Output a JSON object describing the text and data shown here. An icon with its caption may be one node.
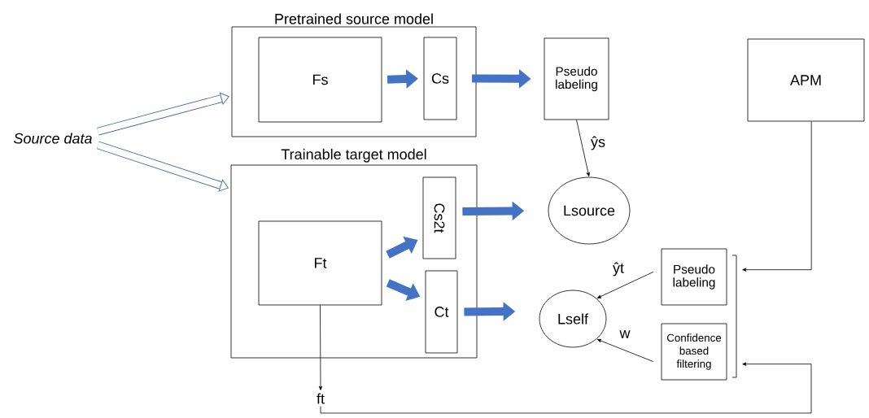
{
  "diagram": {
    "nodes": [
      {
        "text": [
          "Source data"
        ]
      },
      {
        "text": [
          "Pretrained source model"
        ]
      },
      {
        "text": [
          "Fs"
        ],
        "in": 1
      },
      {
        "text": [
          "Cs"
        ],
        "in": 1
      },
      {
        "text": [
          "Pseudo labeling"
        ]
      },
      {
        "text": [
          "APM"
        ]
      },
      {
        "text": [
          "Trainable target model"
        ]
      },
      {
        "text": [
          "Ft"
        ],
        "in": 6
      },
      {
        "text": [
          "Cs2t"
        ],
        "in": 6
      },
      {
        "text": [
          "Ct"
        ],
        "in": 6
      },
      {
        "text": [
          "Lsource"
        ]
      },
      {
        "text": [
          "Pseudo labeling"
        ]
      },
      {
        "text": [
          "Confidence based filtering"
        ]
      },
      {
        "text": [
          "Lself"
        ]
      },
      {
        "text": [
          "ft"
        ]
      },
      {
        "text": [],
        "shape": "bracket"
      }
    ],
    "edges": [
      {
        "from": 0,
        "to": 1,
        "arrow": "to"
      },
      {
        "from": 0,
        "to": 6,
        "arrow": "to"
      },
      {
        "from": 2,
        "to": 3,
        "arrow": "to"
      },
      {
        "from": 3,
        "to": 4,
        "arrow": "to"
      },
      {
        "from": 7,
        "to": 8,
        "arrow": "to"
      },
      {
        "from": 7,
        "to": 9,
        "arrow": "to"
      },
      {
        "from": 8,
        "to": 10,
        "arrow": "to"
      },
      {
        "from": 9,
        "to": 13,
        "arrow": "to"
      },
      {
        "from": 4,
        "to": 10,
        "arrow": "to",
        "label": "ŷs",
        "color": "#000000"
      },
      {
        "from": 11,
        "to": 13,
        "arrow": "to",
        "label": "ŷt",
        "color": "#000000"
      },
      {
        "from": 12,
        "to": 13,
        "arrow": "to",
        "label": "w",
        "color": "#000000"
      },
      {
        "from": 7,
        "to": 14,
        "arrow": "to",
        "color": "#000000"
      },
      {
        "from": 5,
        "to": 15,
        "arrow": "to",
        "color": "#000000"
      },
      {
        "from": 14,
        "to": 15,
        "arrow": "to",
        "color": "#000000"
      }
    ]
  }
}
